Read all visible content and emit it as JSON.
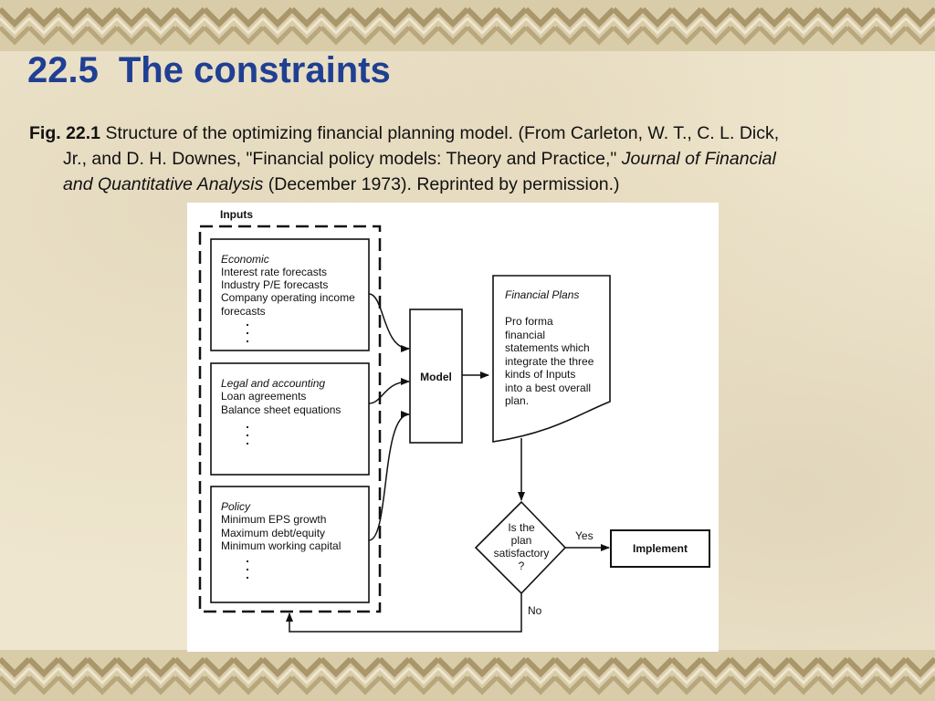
{
  "slide": {
    "number": "22.5",
    "title": "The constraints"
  },
  "caption": {
    "fig_label": "Fig. 22.1",
    "line1_rest": "Structure of the optimizing financial planning model. (From Carleton, W. T., C. L. Dick,",
    "line2_plain": "Jr., and D. H. Downes, \"Financial policy models: Theory and Practice,\" ",
    "line2_italic": "Journal of Financial",
    "line3_italic": "and Quantitative Analysis",
    "line3_plain": " (December 1973). Reprinted by permission.)"
  },
  "diagram": {
    "inputs_label": "Inputs",
    "economic": {
      "heading": "Economic",
      "lines": [
        "Interest rate forecasts",
        "Industry P/E forecasts",
        "Company operating income",
        "forecasts"
      ]
    },
    "legal": {
      "heading": "Legal and accounting",
      "lines": [
        "Loan agreements",
        "Balance sheet equations"
      ]
    },
    "policy": {
      "heading": "Policy",
      "lines": [
        "Minimum EPS growth",
        "Maximum debt/equity",
        "Minimum working capital"
      ]
    },
    "model_label": "Model",
    "financial_plans": {
      "heading": "Financial Plans",
      "lines": [
        "Pro forma",
        "financial",
        "statements which",
        "integrate the three",
        "kinds of Inputs",
        "into a best overall",
        "plan."
      ]
    },
    "decision": {
      "lines": [
        "Is the",
        "plan",
        "satisfactory",
        "?"
      ]
    },
    "yes_label": "Yes",
    "no_label": "No",
    "implement_label": "Implement"
  }
}
